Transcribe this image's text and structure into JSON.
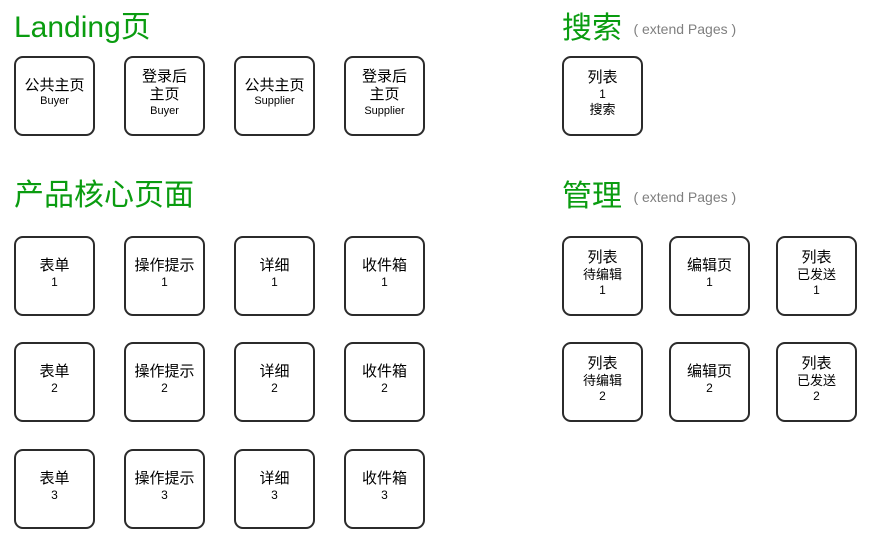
{
  "meta": {
    "accent_green": "#0a9c10",
    "muted_gray": "#7f7f7f",
    "card_border": "#2b2b2b",
    "background": "#ffffff"
  },
  "sections": {
    "landing": {
      "title": "Landing页",
      "subtitle": "",
      "cards": [
        {
          "line1": "公共主页",
          "line2": "Buyer"
        },
        {
          "line1": "登录后",
          "line2": "主页",
          "line3": "Buyer"
        },
        {
          "line1": "公共主页",
          "line2": "Supplier"
        },
        {
          "line1": "登录后",
          "line2": "主页",
          "line3": "Supplier"
        }
      ]
    },
    "search": {
      "title": "搜索",
      "subtitle": "( extend Pages )",
      "cards": [
        {
          "line1": "列表",
          "line2": "1",
          "line3": "搜索"
        }
      ]
    },
    "core": {
      "title": "产品核心页面",
      "subtitle": "",
      "rows": [
        [
          {
            "line1": "表单",
            "line2": "1"
          },
          {
            "line1": "操作提示",
            "line2": "1"
          },
          {
            "line1": "详细",
            "line2": "1"
          },
          {
            "line1": "收件箱",
            "line2": "1"
          }
        ],
        [
          {
            "line1": "表单",
            "line2": "2"
          },
          {
            "line1": "操作提示",
            "line2": "2"
          },
          {
            "line1": "详细",
            "line2": "2"
          },
          {
            "line1": "收件箱",
            "line2": "2"
          }
        ],
        [
          {
            "line1": "表单",
            "line2": "3"
          },
          {
            "line1": "操作提示",
            "line2": "3"
          },
          {
            "line1": "详细",
            "line2": "3"
          },
          {
            "line1": "收件箱",
            "line2": "3"
          }
        ]
      ]
    },
    "manage": {
      "title": "管理",
      "subtitle": "( extend Pages )",
      "rows": [
        [
          {
            "line1": "列表",
            "line2": "待编辑",
            "line3": "1"
          },
          {
            "line1": "编辑页",
            "line2": "1"
          },
          {
            "line1": "列表",
            "line2": "已发送",
            "line3": "1"
          }
        ],
        [
          {
            "line1": "列表",
            "line2": "待编辑",
            "line3": "2"
          },
          {
            "line1": "编辑页",
            "line2": "2"
          },
          {
            "line1": "列表",
            "line2": "已发送",
            "line3": "2"
          }
        ]
      ]
    }
  }
}
